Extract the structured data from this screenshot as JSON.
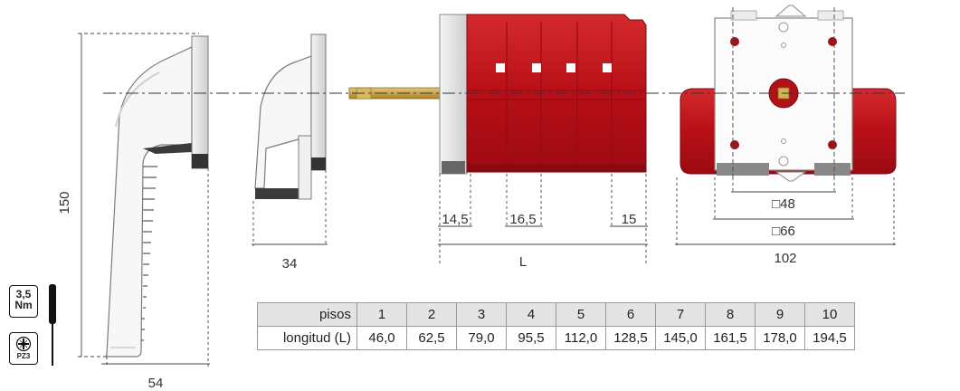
{
  "dimensions": {
    "height_150": "150",
    "width_54": "54",
    "depth_34": "34",
    "first_deck_14_5": "14,5",
    "deck_pitch_16_5": "16,5",
    "last_deck_15": "15",
    "length_L": "L",
    "square_48": "□48",
    "square_66": "□66",
    "width_102": "102"
  },
  "table": {
    "header_label": "pisos",
    "row_label": "longitud (L)",
    "pisos": [
      "1",
      "2",
      "3",
      "4",
      "5",
      "6",
      "7",
      "8",
      "9",
      "10"
    ],
    "longitud": [
      "46,0",
      "62,5",
      "79,0",
      "95,5",
      "112,0",
      "128,5",
      "145,0",
      "161,5",
      "178,0",
      "194,5"
    ]
  },
  "torque_badge": {
    "value": "3,5",
    "unit": "Nm"
  },
  "bit_badge": {
    "label": "PZ3"
  },
  "colors": {
    "switch_body": "#c0141c",
    "shaft": "#c9a44a",
    "table_header_bg": "#e4e4e4"
  }
}
